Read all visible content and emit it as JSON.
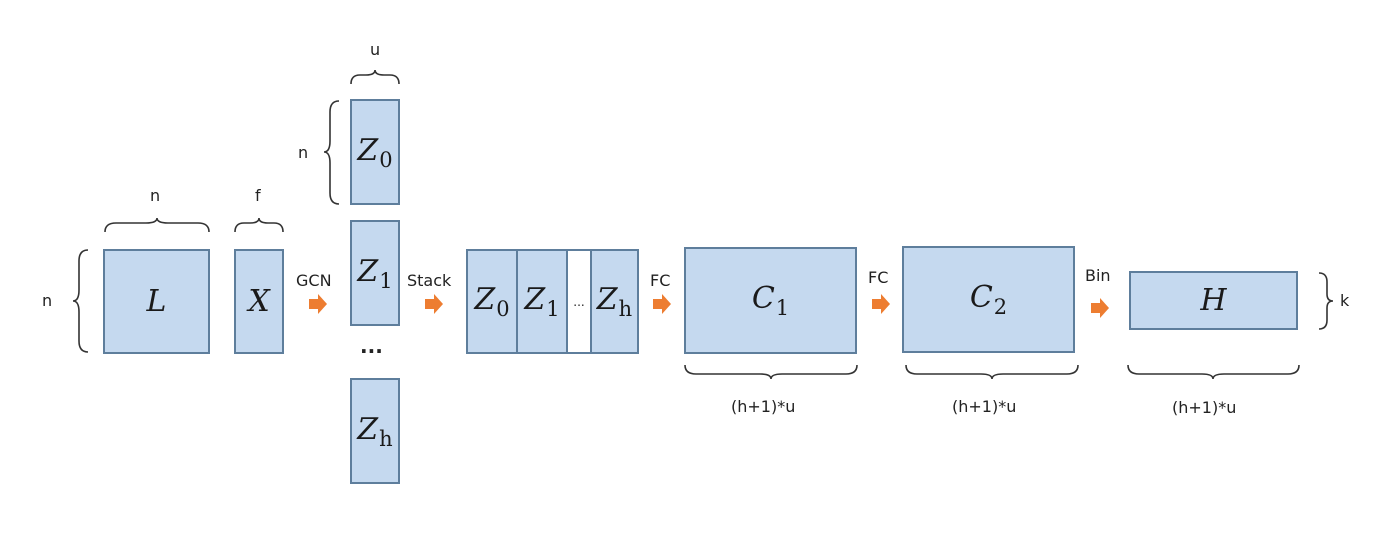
{
  "diagram": {
    "type": "pipeline",
    "blocks": {
      "L": {
        "symbol": "L",
        "width_label": "n",
        "height_label": "n"
      },
      "X": {
        "symbol": "X",
        "width_label": "f"
      },
      "Z0": {
        "symbol": "Z",
        "sub": "0",
        "width_label": "u",
        "height_label": "n"
      },
      "Z1": {
        "symbol": "Z",
        "sub": "1"
      },
      "Zh": {
        "symbol": "Z",
        "sub": "h"
      },
      "vertical_ellipsis": "...",
      "stack": {
        "cells": [
          {
            "symbol": "Z",
            "sub": "0"
          },
          {
            "symbol": "Z",
            "sub": "1"
          },
          {
            "ellipsis": "..."
          },
          {
            "symbol": "Z",
            "sub": "h"
          }
        ]
      },
      "C1": {
        "symbol": "C",
        "sub": "1",
        "width_label": "(h+1)*u"
      },
      "C2": {
        "symbol": "C",
        "sub": "2",
        "width_label": "(h+1)*u"
      },
      "H": {
        "symbol": "H",
        "width_label": "(h+1)*u",
        "height_label": "k"
      }
    },
    "arrows": [
      {
        "label": "GCN"
      },
      {
        "label": "Stack"
      },
      {
        "label": "FC"
      },
      {
        "label": "FC"
      },
      {
        "label": "Bin"
      }
    ],
    "colors": {
      "box_fill": "#c5d9ef",
      "box_border": "#5e7e9c",
      "arrow": "#ed7d31",
      "brace": "#333333"
    }
  }
}
